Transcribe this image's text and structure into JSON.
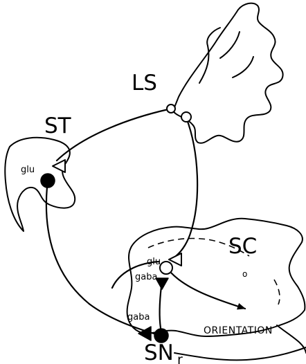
{
  "regions": {
    "ls": "LS",
    "st": "ST",
    "sc": "SC",
    "snr_main": "SN",
    "snr_sub": "r"
  },
  "neurotransmitters": {
    "st_input": "glu",
    "sc_input": "glu",
    "sc_gaba": "gaba",
    "snr_gaba": "gaba"
  },
  "output": "ORIENTATION",
  "sc_mark": "o"
}
